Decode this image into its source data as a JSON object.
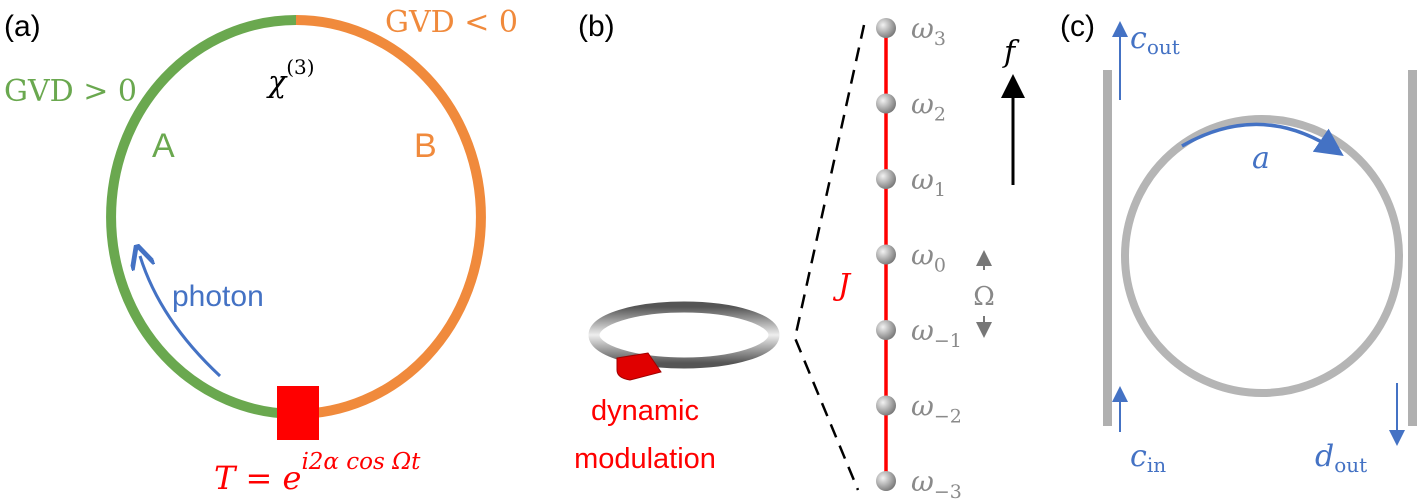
{
  "panel_a": {
    "label": "(a)",
    "gvd_negative": "GVD < 0",
    "gvd_positive": "GVD > 0",
    "chi": "χ",
    "chi_sup": "(3)",
    "segment_a": "A",
    "segment_b": "B",
    "photon": "photon",
    "transmission_lhs": "T = e",
    "transmission_exp": "i2α cos Ωt",
    "colors": {
      "green": "#6aa84f",
      "orange": "#f08a3c",
      "red": "#ff0000",
      "blue": "#4472c4"
    }
  },
  "panel_b": {
    "label": "(b)",
    "modes": [
      {
        "sym": "ω",
        "sub": "3"
      },
      {
        "sym": "ω",
        "sub": "2"
      },
      {
        "sym": "ω",
        "sub": "1"
      },
      {
        "sym": "ω",
        "sub": "0"
      },
      {
        "sym": "ω",
        "sub": "−1"
      },
      {
        "sym": "ω",
        "sub": "−2"
      },
      {
        "sym": "ω",
        "sub": "−3"
      }
    ],
    "coupling": "J",
    "freq_axis": "f",
    "spacing": "Ω",
    "modulation_line1": "dynamic",
    "modulation_line2": "modulation"
  },
  "panel_c": {
    "label": "(c)",
    "c_out": "c",
    "c_out_sub": "out",
    "c_in": "c",
    "c_in_sub": "in",
    "d_out": "d",
    "d_out_sub": "out",
    "mode": "a"
  }
}
